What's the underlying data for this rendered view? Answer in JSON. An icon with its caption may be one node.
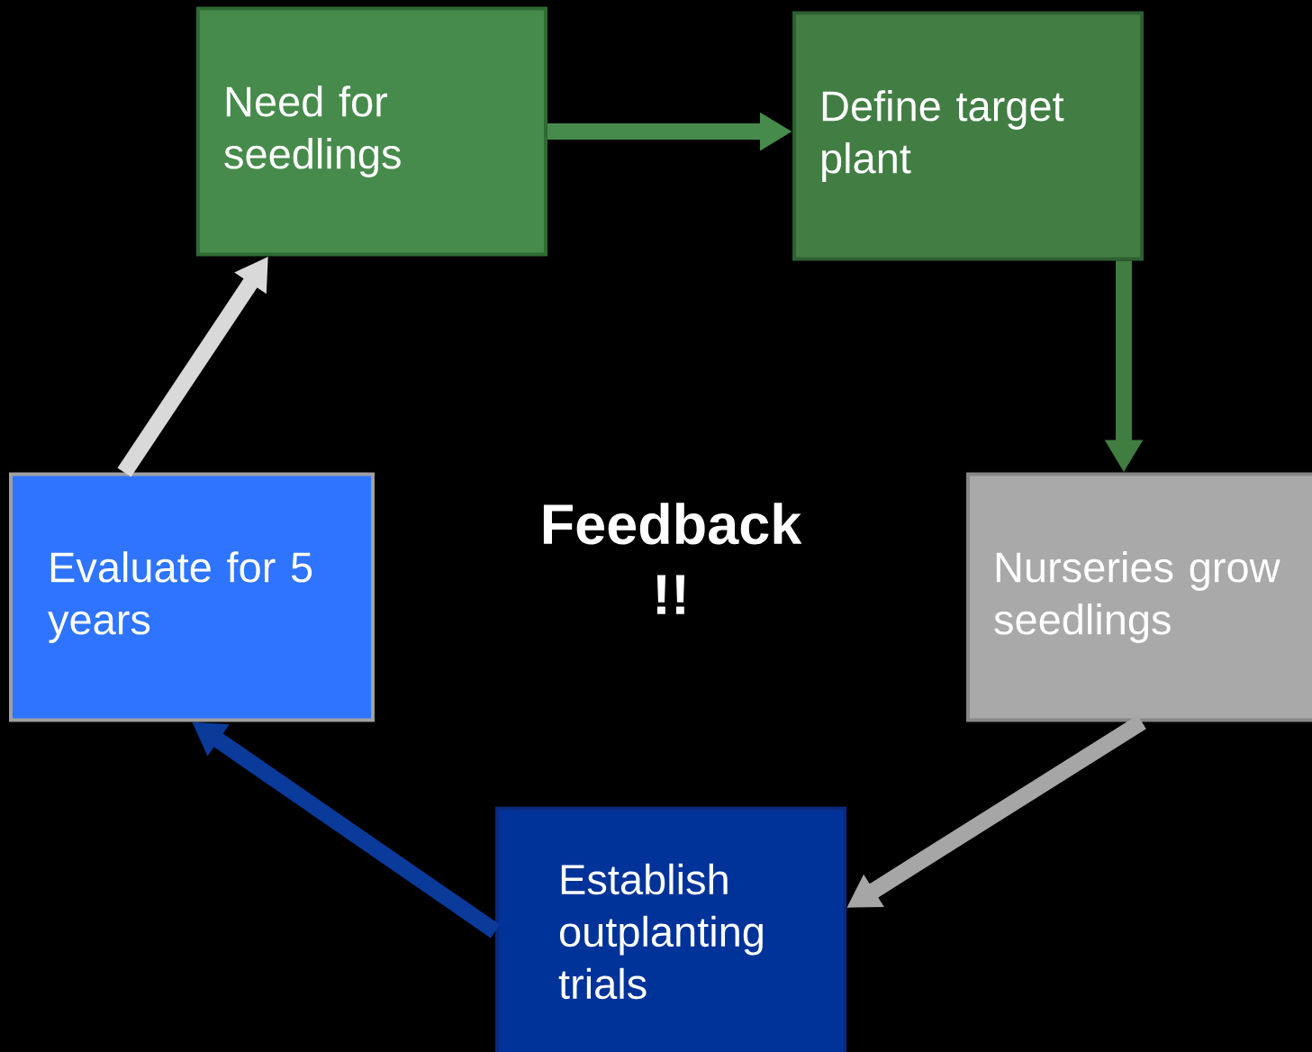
{
  "diagram": {
    "nodes": [
      {
        "text": [
          "Need for seedlings"
        ]
      },
      {
        "text": [
          "Define target plant"
        ]
      },
      {
        "text": [
          "Nurseries grow seedlings"
        ]
      },
      {
        "text": [
          "Establish outplanting trials"
        ]
      },
      {
        "text": [
          "Evaluate for 5 years"
        ]
      }
    ],
    "edges": [
      {
        "from": 0,
        "to": 1,
        "arrow": "to",
        "color": "#468b4b"
      },
      {
        "from": 1,
        "to": 2,
        "arrow": "to",
        "color": "#3f7d40"
      },
      {
        "from": 2,
        "to": 3,
        "arrow": "to",
        "color": "#a6a6a6"
      },
      {
        "from": 3,
        "to": 4,
        "arrow": "to",
        "color": "#0a3a9a"
      },
      {
        "from": 4,
        "to": 0,
        "arrow": "to",
        "color": "#d9d9d9"
      }
    ],
    "labels": [
      "Feedback !!"
    ]
  }
}
